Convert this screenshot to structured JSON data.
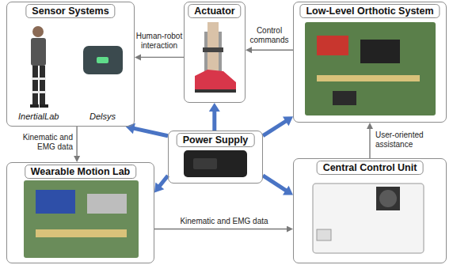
{
  "diagram": {
    "nodes": [
      {
        "text": [
          "Sensor Systems"
        ]
      },
      {
        "text": [
          "Actuator"
        ]
      },
      {
        "text": [
          "Low-Level Orthotic System"
        ]
      },
      {
        "text": [
          "Power Supply"
        ]
      },
      {
        "text": [
          "Wearable Motion Lab"
        ]
      },
      {
        "text": [
          "Central Control Unit"
        ]
      }
    ],
    "edges": [
      {
        "from": 1,
        "to": 0,
        "label": "Human-robot interaction",
        "arrow": "to"
      },
      {
        "from": 2,
        "to": 1,
        "label": "Control commands",
        "arrow": "to"
      },
      {
        "from": 0,
        "to": 4,
        "label": "Kinematic and EMG data",
        "arrow": "to"
      },
      {
        "from": 5,
        "to": 2,
        "label": "User-oriented assistance",
        "arrow": "to"
      },
      {
        "from": 4,
        "to": 5,
        "label": "Kinematic and EMG data",
        "arrow": "to"
      },
      {
        "from": 3,
        "to": 0,
        "arrow": "to"
      },
      {
        "from": 3,
        "to": 1,
        "arrow": "to"
      },
      {
        "from": 3,
        "to": 2,
        "arrow": "to"
      },
      {
        "from": 3,
        "to": 4,
        "arrow": "to"
      },
      {
        "from": 3,
        "to": 5,
        "arrow": "to"
      }
    ],
    "labels": [
      "InertialLab",
      "Delsys"
    ]
  }
}
